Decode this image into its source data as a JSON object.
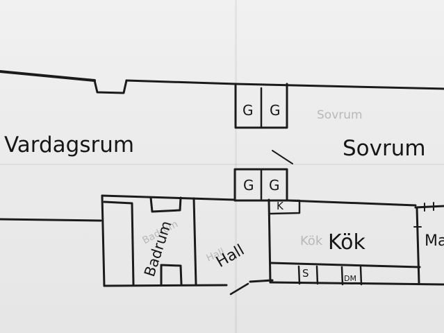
{
  "rooms": {
    "living_room": "Vardagsrum",
    "bedroom": "Sovrum",
    "bedroom_faint": "Sovrum",
    "bathroom": "Badrum",
    "bathroom_faint": "Badrum",
    "hall": "Hall",
    "hall_faint": "Hall",
    "kitchen": "Kök",
    "kitchen_faint": "Kök",
    "right_edge_partial": "Ma"
  },
  "closets": [
    "G",
    "G",
    "G",
    "G"
  ],
  "kitchen_marks": {
    "k": "K",
    "s": "S",
    "dm": "DM"
  }
}
